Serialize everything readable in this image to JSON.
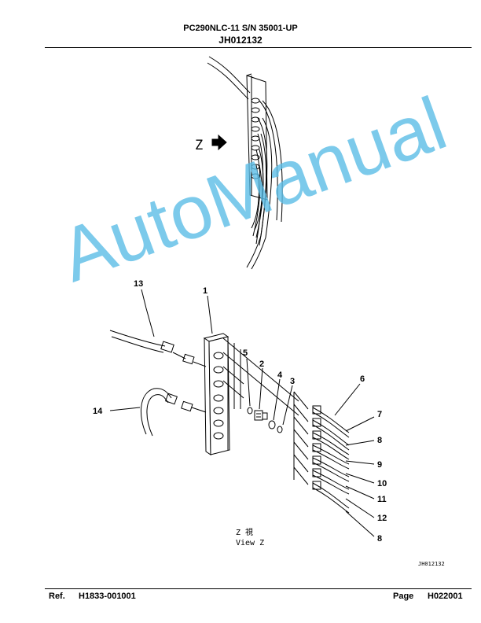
{
  "header": {
    "model": "PC290NLC-11 S/N 35001-UP",
    "code": "JH012132"
  },
  "figure": {
    "view_letter": "Z",
    "view_caption_jp": "Z 視",
    "view_caption_en": "View Z",
    "drawing_id": "JH012132",
    "callouts": [
      "13",
      "1",
      "5",
      "2",
      "4",
      "3",
      "6",
      "7",
      "8",
      "9",
      "10",
      "11",
      "12",
      "8",
      "14"
    ]
  },
  "watermark": "AutoManual",
  "footer": {
    "ref_label": "Ref.",
    "ref_value": "H1833-001001",
    "page_label": "Page",
    "page_value": "H022001"
  }
}
